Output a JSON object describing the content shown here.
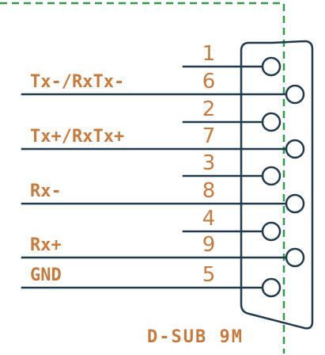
{
  "connector": {
    "title": "D-SUB 9M",
    "pins": [
      {
        "number": "1",
        "signal": ""
      },
      {
        "number": "6",
        "signal": "Tx-/RxTx-"
      },
      {
        "number": "2",
        "signal": ""
      },
      {
        "number": "7",
        "signal": "Tx+/RxTx+"
      },
      {
        "number": "3",
        "signal": ""
      },
      {
        "number": "8",
        "signal": "Rx-"
      },
      {
        "number": "4",
        "signal": ""
      },
      {
        "number": "9",
        "signal": "Rx+"
      },
      {
        "number": "5",
        "signal": "GND"
      }
    ]
  },
  "colors": {
    "label": "#c97a3a",
    "wire": "#1f3a4d",
    "border": "#2a9d4a"
  }
}
